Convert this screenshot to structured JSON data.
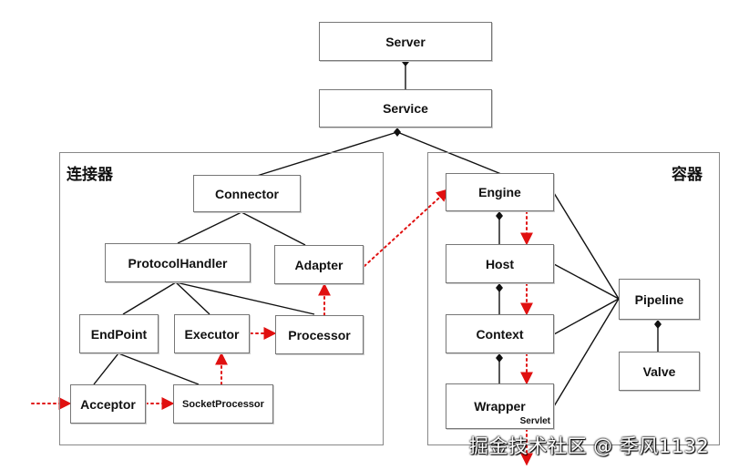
{
  "nodes": {
    "server": "Server",
    "service": "Service",
    "connector": "Connector",
    "protocol_handler": "ProtocolHandler",
    "adapter": "Adapter",
    "endpoint": "EndPoint",
    "executor": "Executor",
    "processor": "Processor",
    "acceptor": "Acceptor",
    "socket_processor": "SocketProcessor",
    "engine": "Engine",
    "host": "Host",
    "context": "Context",
    "wrapper": "Wrapper",
    "pipeline": "Pipeline",
    "valve": "Valve"
  },
  "wrapper_sub": "Servlet",
  "groups": {
    "connector_label": "连接器",
    "container_label": "容器"
  },
  "watermark": "掘金技术社区 @ 季风1132",
  "colors": {
    "line": "#111111",
    "flow": "#e01010",
    "border": "#777777"
  }
}
